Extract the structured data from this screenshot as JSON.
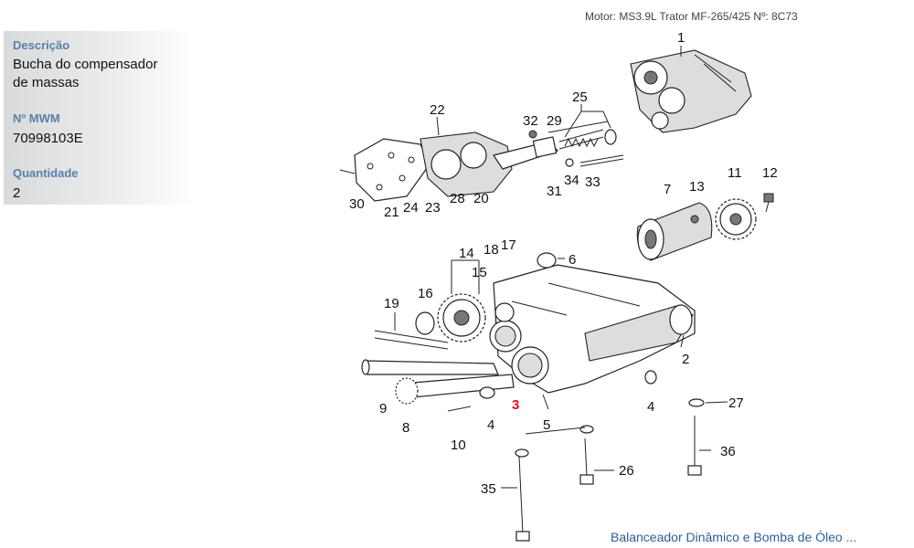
{
  "header": {
    "text": "Motor: MS3.9L Trator MF-265/425    Nº: 8C73"
  },
  "sidebar": {
    "description_label": "Descrição",
    "description_line1": "Bucha do compensador",
    "description_line2": "de massas",
    "mwm_label": "Nº MWM",
    "mwm_value": "70998103E",
    "qty_label": "Quantidade",
    "qty_value": "2"
  },
  "diagram": {
    "selected_callout": "3",
    "callouts": [
      "1",
      "2",
      "3",
      "4",
      "4",
      "5",
      "6",
      "7",
      "8",
      "9",
      "10",
      "11",
      "12",
      "13",
      "14",
      "15",
      "16",
      "17",
      "18",
      "19",
      "20",
      "21",
      "22",
      "23",
      "24",
      "25",
      "26",
      "27",
      "28",
      "29",
      "30",
      "31",
      "32",
      "33",
      "34",
      "35",
      "36"
    ]
  },
  "footer": {
    "link_text": "Balanceador Dinâmico e Bomba de Óleo ..."
  },
  "colors": {
    "label_blue": "#5b80a8",
    "link_blue": "#2c5f9e",
    "selected_red": "#dd1111"
  }
}
